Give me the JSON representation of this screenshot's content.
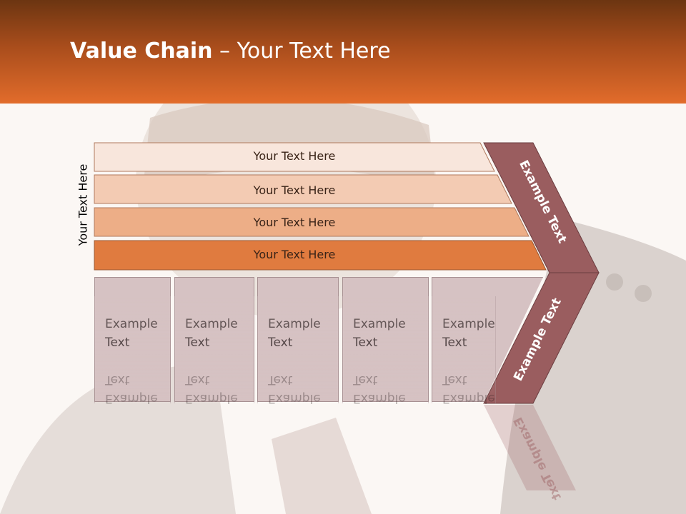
{
  "slide": {
    "title_bold": "Value Chain",
    "title_rest": " – Your Text Here",
    "side_label": "Your Text Here"
  },
  "bands": [
    {
      "label": "Your Text Here",
      "color": "#f8e6dc"
    },
    {
      "label": "Your Text Here",
      "color": "#f3cbb3"
    },
    {
      "label": "Your Text Here",
      "color": "#edae87"
    },
    {
      "label": "Your Text Here",
      "color": "#e07b3f"
    }
  ],
  "columns": [
    {
      "line1": "Example",
      "line2": "Text"
    },
    {
      "line1": "Example",
      "line2": "Text"
    },
    {
      "line1": "Example",
      "line2": "Text"
    },
    {
      "line1": "Example",
      "line2": "Text"
    },
    {
      "line1": "Example",
      "line2": "Text"
    }
  ],
  "chevron": {
    "upper_text": "Example Text",
    "lower_text": "Example Text",
    "color": "#9a5d5f"
  },
  "colors": {
    "header_top": "#6c3511",
    "header_bottom": "#e26c2b",
    "column_fill": "#d6c2c3"
  }
}
